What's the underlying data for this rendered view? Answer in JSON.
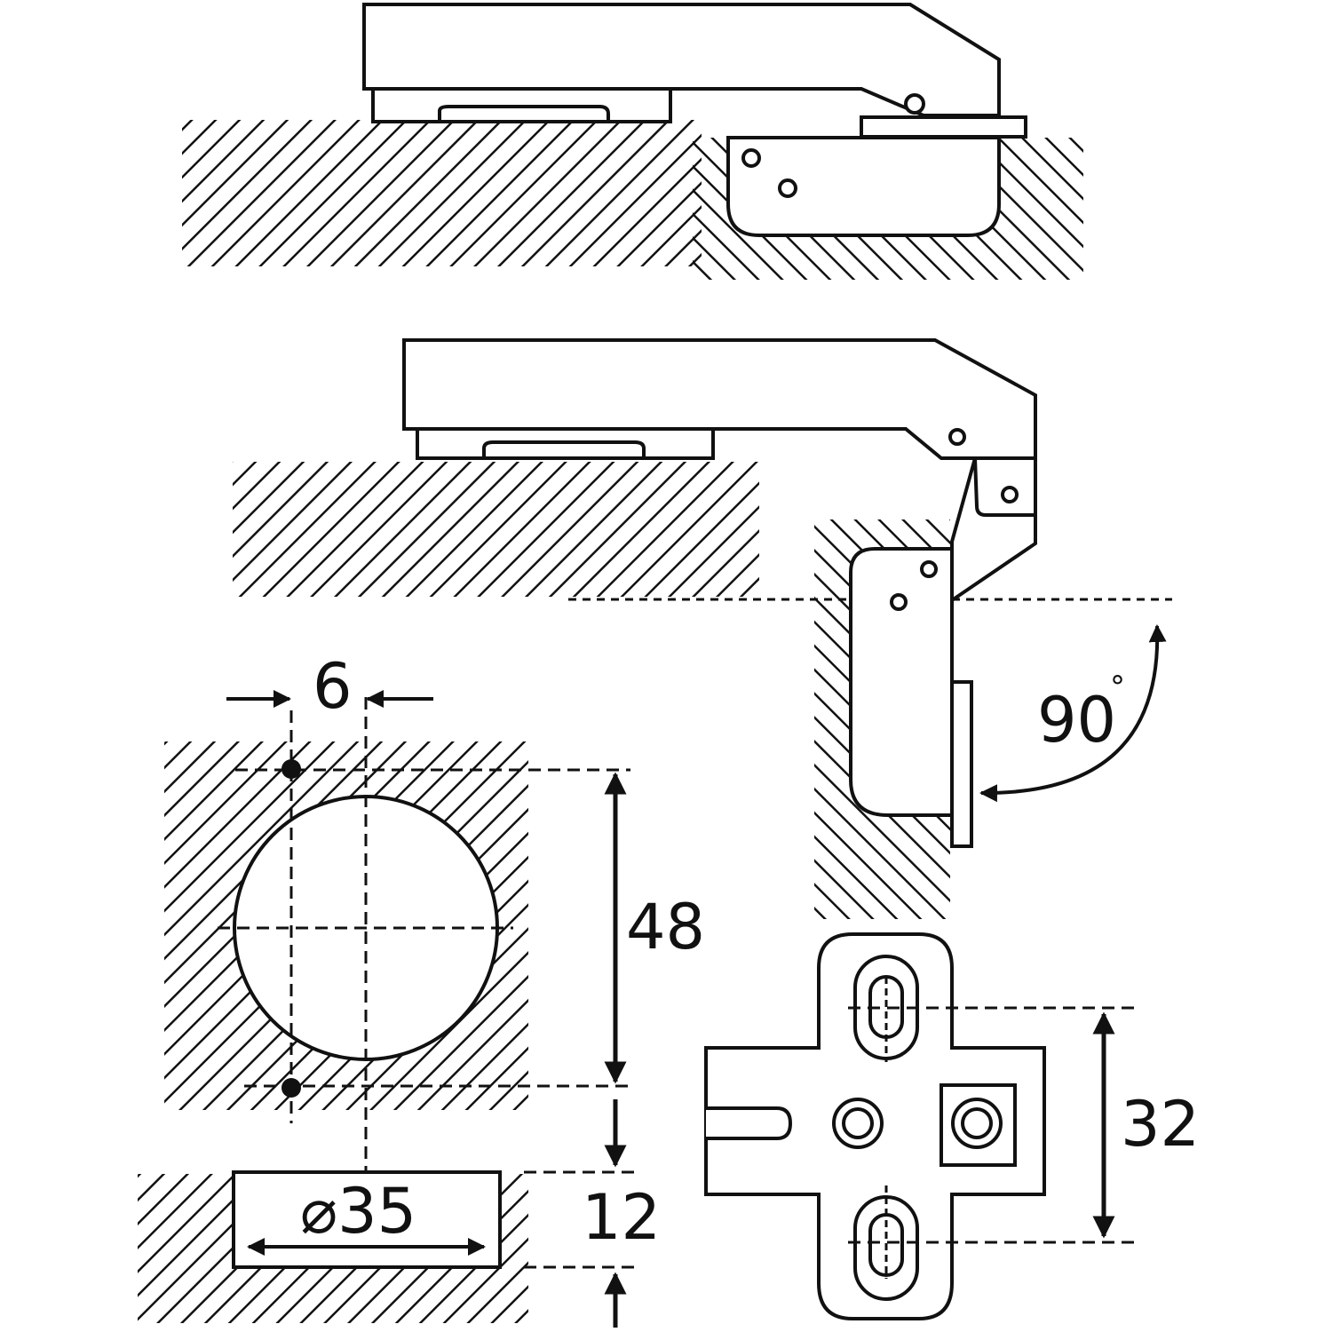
{
  "labels": {
    "offset": "6",
    "diameter": "⌀35",
    "spacing": "48",
    "depth": "12",
    "plate_spacing": "32",
    "angle": "90",
    "angle_unit": "°"
  },
  "colors": {
    "stroke": "#111111",
    "background": "#ffffff"
  },
  "icons": {
    "closed_hinge": "hinge-closed-icon",
    "open_hinge": "hinge-open-90-icon",
    "mounting_plate": "mounting-plate-icon"
  }
}
